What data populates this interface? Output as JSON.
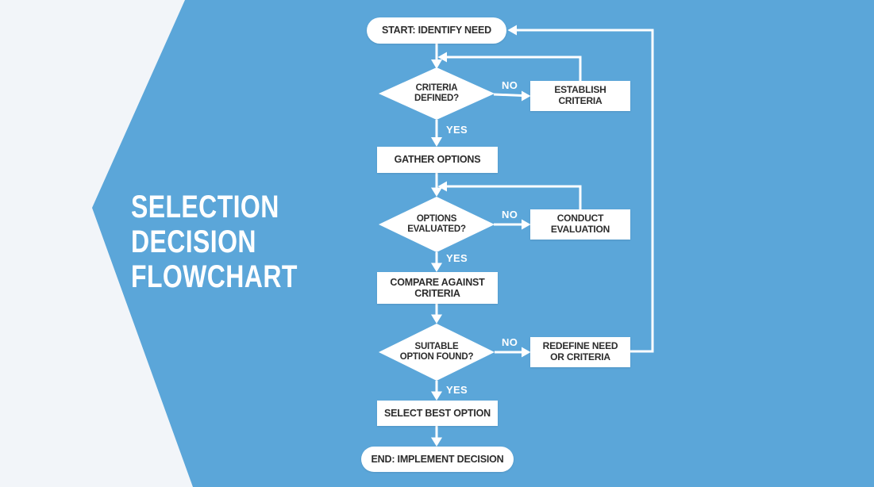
{
  "title": {
    "line1": "SELECTION",
    "line2": "DECISION",
    "line3": "FLOWCHART"
  },
  "nodes": {
    "start": {
      "label": "START: IDENTIFY NEED"
    },
    "criteria_defined": {
      "line1": "CRITERIA",
      "line2": "DEFINED?"
    },
    "establish_criteria": {
      "line1": "ESTABLISH",
      "line2": "CRITERIA"
    },
    "gather_options": {
      "label": "GATHER OPTIONS"
    },
    "options_evaluated": {
      "line1": "OPTIONS",
      "line2": "EVALUATED?"
    },
    "conduct_evaluation": {
      "line1": "CONDUCT",
      "line2": "EVALUATION"
    },
    "compare_against": {
      "line1": "COMPARE AGAINST",
      "line2": "CRITERIA"
    },
    "suitable_option": {
      "line1": "SUITABLE",
      "line2": "OPTION FOUND?"
    },
    "redefine_need": {
      "line1": "REDEFINE NEED",
      "line2": "OR CRITERIA"
    },
    "select_best": {
      "label": "SELECT BEST OPTION"
    },
    "end": {
      "label": "END: IMPLEMENT DECISION"
    }
  },
  "edge_labels": {
    "criteria_no": "NO",
    "criteria_yes": "YES",
    "options_no": "NO",
    "options_yes": "YES",
    "suitable_no": "NO",
    "suitable_yes": "YES"
  },
  "colors": {
    "banner_blue": "#5ba6d9",
    "page_background": "#f2f5f9",
    "node_fill": "#ffffff",
    "node_text": "#2c2c2c",
    "connector": "#ffffff"
  }
}
